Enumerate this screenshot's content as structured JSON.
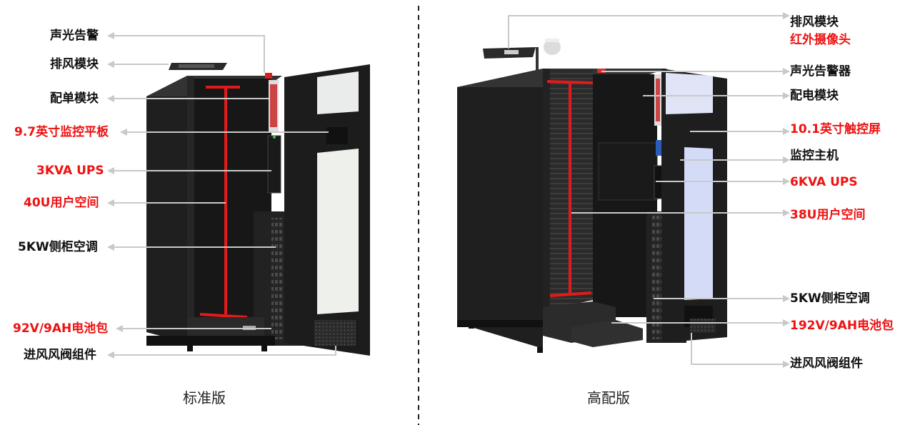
{
  "colors": {
    "black_label": "#111111",
    "red_label": "#ee1111",
    "red_line": "#e01b1b",
    "leader": "#c9c9c9"
  },
  "left": {
    "caption": "标准版",
    "labels": [
      {
        "text": "声光告警",
        "color": "black"
      },
      {
        "text": "排风模块",
        "color": "black"
      },
      {
        "text": "配单模块",
        "color": "black"
      },
      {
        "text": "9.7英寸监控平板",
        "color": "red"
      },
      {
        "text": "3KVA UPS",
        "color": "red"
      },
      {
        "text": "40U用户空间",
        "color": "red"
      },
      {
        "text": "5KW侧柜空调",
        "color": "black"
      },
      {
        "text": "92V/9AH电池包",
        "color": "red"
      },
      {
        "text": "进风风阀组件",
        "color": "black"
      }
    ]
  },
  "right": {
    "caption": "高配版",
    "labels": [
      {
        "text": "排风模块",
        "color": "black"
      },
      {
        "text": "红外摄像头",
        "color": "red"
      },
      {
        "text": "声光告警器",
        "color": "black"
      },
      {
        "text": "配电模块",
        "color": "black"
      },
      {
        "text": "10.1英寸触控屏",
        "color": "red"
      },
      {
        "text": "监控主机",
        "color": "black"
      },
      {
        "text": "6KVA UPS",
        "color": "red"
      },
      {
        "text": "38U用户空间",
        "color": "red"
      },
      {
        "text": "5KW侧柜空调",
        "color": "black"
      },
      {
        "text": "192V/9AH电池包",
        "color": "red"
      },
      {
        "text": "进风风阀组件",
        "color": "black"
      }
    ]
  }
}
